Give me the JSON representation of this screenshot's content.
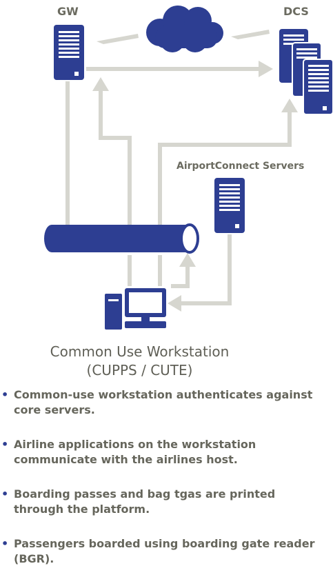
{
  "labels": {
    "gw": "GW",
    "dcs": "DCS",
    "airport_connect": "AirportConnect Servers"
  },
  "caption": {
    "line1": "Common Use Workstation",
    "line2": "(CUPPS / CUTE)"
  },
  "bullets": [
    {
      "text": "Common-use workstation authenticates against core servers."
    },
    {
      "text": "Airline applications on the workstation communicate with the airlines host."
    },
    {
      "text": "Boarding passes and bag tgas are printed through the platform."
    },
    {
      "text": "Passengers boarded using boarding gate reader (BGR)."
    }
  ],
  "colors": {
    "primary_blue": "#2d3e92",
    "connector_gray": "#d6d6cf",
    "text_gray": "#66665c"
  },
  "icons": {
    "gateway_server": "server-icon",
    "dcs_servers": "server-stack-icon",
    "cloud": "cloud-icon",
    "workstation": "workstation-icon",
    "airport_server": "server-icon",
    "network_bus": "pipe-icon"
  }
}
